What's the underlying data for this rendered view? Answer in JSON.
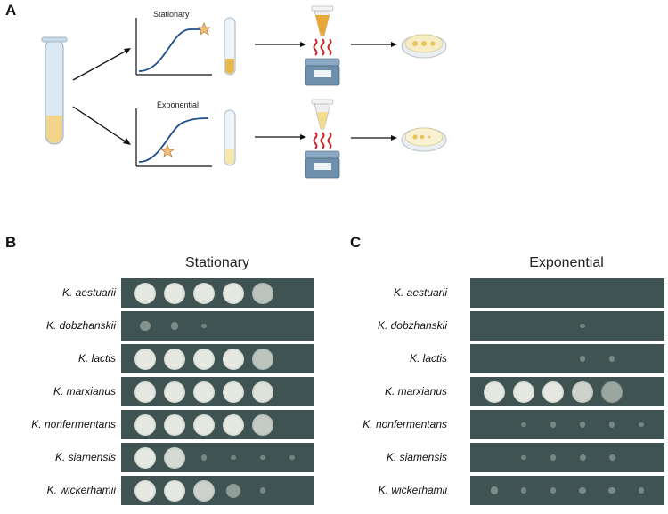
{
  "panels": {
    "a": {
      "letter": "A",
      "curves": [
        {
          "label": "Stationary"
        },
        {
          "label": "Exponential"
        }
      ]
    },
    "b": {
      "letter": "B",
      "title": "Stationary"
    },
    "c": {
      "letter": "C",
      "title": "Exponential"
    }
  },
  "strains": [
    {
      "name": "K. aestuarii"
    },
    {
      "name": "K. dobzhanskii"
    },
    {
      "name": "K. lactis"
    },
    {
      "name": "K. marxianus"
    },
    {
      "name": "K. nonfermentans"
    },
    {
      "name": "K. siamensis"
    },
    {
      "name": "K. wickerhamii"
    }
  ],
  "colors": {
    "plate": "#3f5452",
    "colony": "#d8dcd6",
    "curve": "#1f4f8a",
    "arrow": "#111111",
    "medium": "#f2d48a"
  },
  "growth_levels": {
    "stationary": [
      [
        1,
        1,
        1,
        0.9,
        0.5,
        0,
        0
      ],
      [
        0.12,
        0.08,
        0.02,
        0,
        0,
        0,
        0
      ],
      [
        1,
        1,
        1,
        0.9,
        0.5,
        0,
        0
      ],
      [
        1,
        1,
        1,
        1,
        0.7,
        0,
        0
      ],
      [
        1,
        1,
        1,
        0.9,
        0.55,
        0,
        0
      ],
      [
        1,
        0.65,
        0.04,
        0.02,
        0.02,
        0.02,
        0
      ],
      [
        1,
        1,
        0.6,
        0.2,
        0.04,
        0,
        0
      ]
    ],
    "exponential": [
      [
        0,
        0,
        0,
        0,
        0,
        0,
        0
      ],
      [
        0,
        0,
        0,
        0.02,
        0,
        0,
        0
      ],
      [
        0,
        0,
        0,
        0.04,
        0.04,
        0,
        0
      ],
      [
        1,
        1,
        1,
        0.6,
        0.3,
        0,
        0
      ],
      [
        0,
        0.02,
        0.04,
        0.04,
        0.04,
        0.02,
        0
      ],
      [
        0,
        0.03,
        0.04,
        0.05,
        0.05,
        0,
        0
      ],
      [
        0.08,
        0.04,
        0.04,
        0.06,
        0.06,
        0.04,
        0
      ]
    ]
  }
}
